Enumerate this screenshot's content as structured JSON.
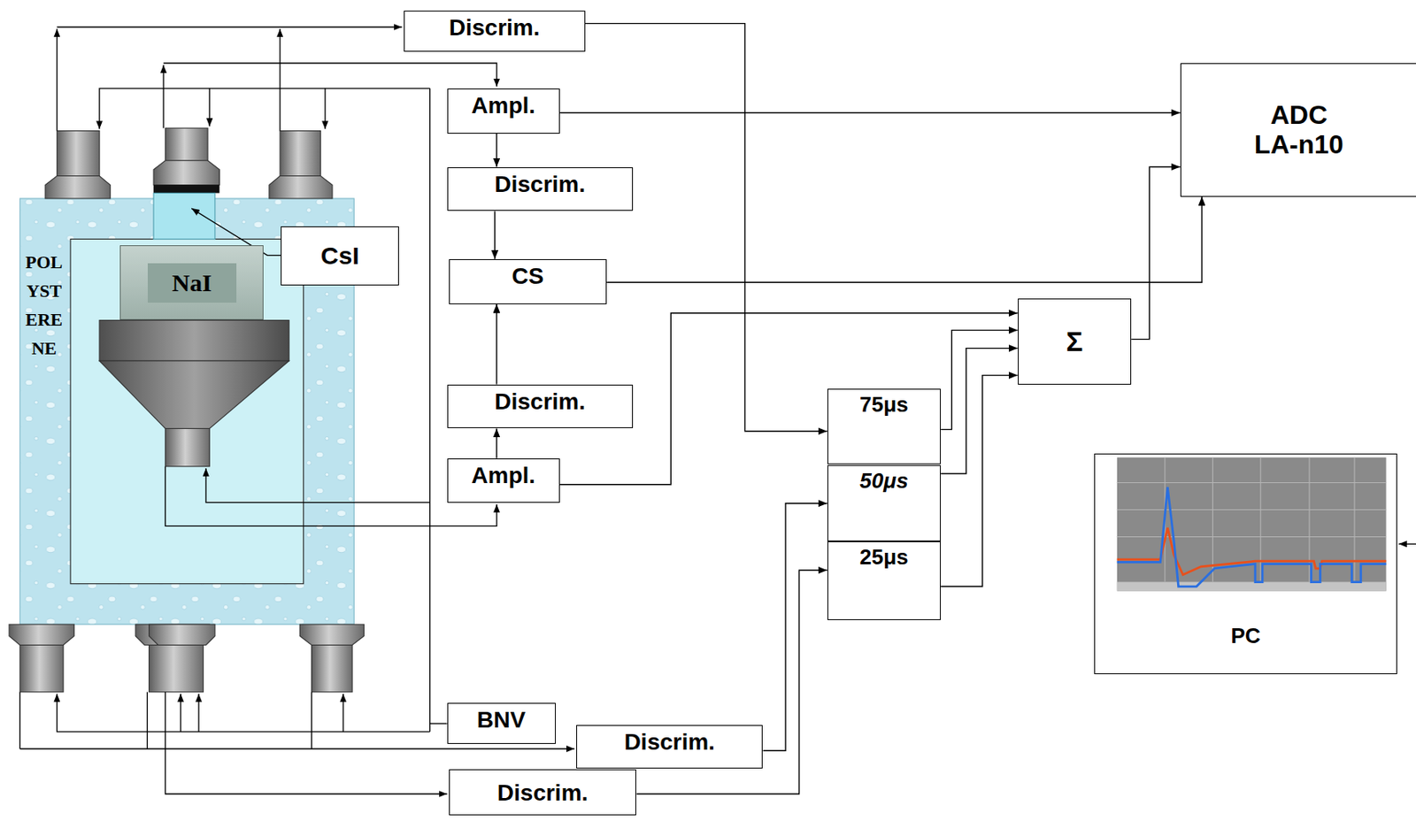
{
  "diagram": {
    "nodes": [
      {
        "text": [
          "POL YST ERE NE"
        ]
      },
      {
        "text": [
          "NaI"
        ],
        "in": 0
      },
      {
        "text": [
          "CsI"
        ]
      },
      {
        "text": [
          "Discrim."
        ]
      },
      {
        "text": [
          "Ampl."
        ]
      },
      {
        "text": [
          "Discrim."
        ]
      },
      {
        "text": [
          "CS"
        ]
      },
      {
        "text": [
          "Discrim."
        ]
      },
      {
        "text": [
          "Ampl."
        ]
      },
      {
        "text": [
          "BNV"
        ]
      },
      {
        "text": [
          "Discrim."
        ]
      },
      {
        "text": [
          "Discrim."
        ]
      },
      {
        "text": [
          "75μs"
        ]
      },
      {
        "text": [
          "50μs"
        ]
      },
      {
        "text": [
          "25μs"
        ]
      },
      {
        "text": [
          "Σ"
        ]
      },
      {
        "text": [
          "ADC LA-n10"
        ]
      },
      {
        "text": [
          "PC"
        ]
      }
    ],
    "edges": [
      {
        "from": 4,
        "to": 5,
        "arrow": "to"
      },
      {
        "from": 5,
        "to": 6,
        "arrow": "to"
      },
      {
        "from": 7,
        "to": 6,
        "arrow": "to"
      },
      {
        "from": 8,
        "to": 7,
        "arrow": "to"
      },
      {
        "from": 4,
        "to": 16,
        "arrow": "to"
      },
      {
        "from": 6,
        "to": 16,
        "arrow": "to"
      },
      {
        "from": 3,
        "to": 12,
        "arrow": "to"
      },
      {
        "from": 8,
        "to": 15,
        "arrow": "to"
      },
      {
        "from": 12,
        "to": 15,
        "arrow": "to"
      },
      {
        "from": 13,
        "to": 15,
        "arrow": "to"
      },
      {
        "from": 14,
        "to": 15,
        "arrow": "to"
      },
      {
        "from": 15,
        "to": 16,
        "arrow": "to"
      },
      {
        "from": 10,
        "to": 13,
        "arrow": "to"
      },
      {
        "from": 11,
        "to": 14,
        "arrow": "to"
      }
    ]
  }
}
